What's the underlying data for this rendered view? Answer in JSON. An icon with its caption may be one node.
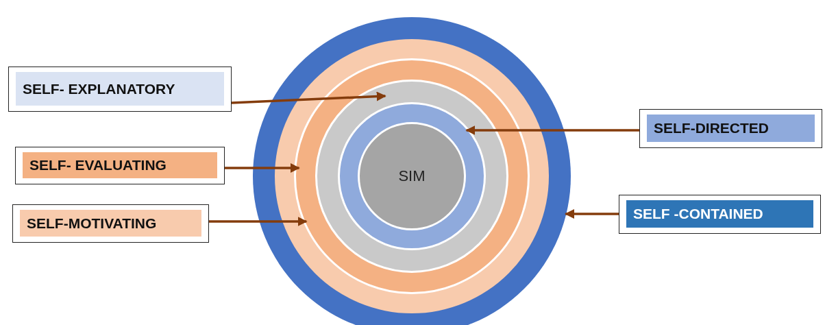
{
  "diagram": {
    "nodes": [
      {
        "text": [],
        "shape": "circle"
      },
      {
        "text": [],
        "shape": "circle",
        "in": 0
      },
      {
        "text": [],
        "shape": "circle",
        "in": 1
      },
      {
        "text": [],
        "shape": "circle",
        "in": 2
      },
      {
        "text": [],
        "shape": "circle",
        "in": 3
      },
      {
        "text": [
          "SIM"
        ],
        "in": 4
      },
      {
        "text": [
          "SELF- EXPLANATORY"
        ]
      },
      {
        "text": [
          "SELF-DIRECTED"
        ]
      },
      {
        "text": [
          "SELF- EVALUATING"
        ]
      },
      {
        "text": [
          "SELF -CONTAINED"
        ]
      },
      {
        "text": [
          "SELF-MOTIVATING"
        ]
      }
    ],
    "edges": [
      {
        "from": 6,
        "to": 3,
        "arrow": "to"
      },
      {
        "from": 7,
        "to": 4,
        "arrow": "to"
      },
      {
        "from": 8,
        "to": 2,
        "arrow": "to"
      },
      {
        "from": 9,
        "to": 0,
        "arrow": "to"
      },
      {
        "from": 10,
        "to": 2,
        "arrow": "to"
      }
    ]
  }
}
